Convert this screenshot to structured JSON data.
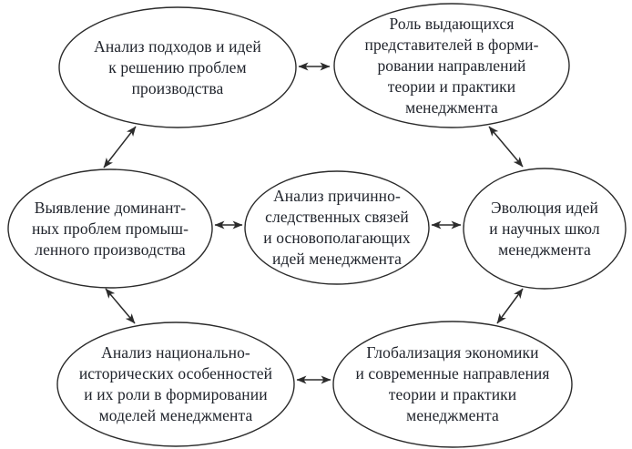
{
  "figure": {
    "type": "concept-diagram",
    "background_color": "#ffffff",
    "stroke_color": "#2b2b2b",
    "text_color": "#20242c"
  },
  "nodes": [
    {
      "id": "analysis-of-approaches",
      "position": "top-left",
      "text": "Анализ подходов и идей\nк решению проблем\nпроизводства"
    },
    {
      "id": "role-of-outstanding-representatives",
      "position": "top-right",
      "text": "Роль выдающихся\nпредставителей в форми-\nровании направлений\nтеории и практики\nменеджмента"
    },
    {
      "id": "dominant-problems-of-industry",
      "position": "middle-left",
      "text": "Выявление доминант-\nных проблем промыш-\nленного производства"
    },
    {
      "id": "cause-effect-analysis",
      "position": "center",
      "text": "Анализ причинно-\nследственных связей\nи основополагающих\nидей менеджмента"
    },
    {
      "id": "evolution-of-ideas",
      "position": "middle-right",
      "text": "Эволюция идей\nи научных школ\nменеджмента"
    },
    {
      "id": "national-historical-features",
      "position": "bottom-left",
      "text": "Анализ национально-\nисторических особенностей\nи их роли в формировании\nмоделей менеджмента"
    },
    {
      "id": "globalization-of-economy",
      "position": "bottom-right",
      "text": "Глобализация экономики\nи современные направления\nтеории и практики\nменеджмента"
    }
  ],
  "edges": [
    {
      "from": "analysis-of-approaches",
      "to": "role-of-outstanding-representatives",
      "bidirectional": true
    },
    {
      "from": "analysis-of-approaches",
      "to": "dominant-problems-of-industry",
      "bidirectional": true
    },
    {
      "from": "role-of-outstanding-representatives",
      "to": "evolution-of-ideas",
      "bidirectional": true
    },
    {
      "from": "dominant-problems-of-industry",
      "to": "cause-effect-analysis",
      "bidirectional": true
    },
    {
      "from": "cause-effect-analysis",
      "to": "evolution-of-ideas",
      "bidirectional": true
    },
    {
      "from": "dominant-problems-of-industry",
      "to": "national-historical-features",
      "bidirectional": true
    },
    {
      "from": "evolution-of-ideas",
      "to": "globalization-of-economy",
      "bidirectional": true
    },
    {
      "from": "national-historical-features",
      "to": "globalization-of-economy",
      "bidirectional": true
    }
  ]
}
